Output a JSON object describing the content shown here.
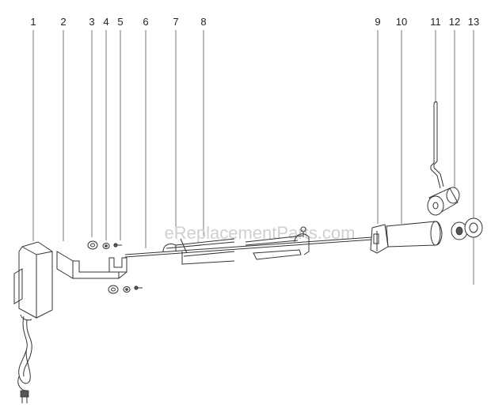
{
  "diagram": {
    "watermark": "eReplacementParts.com",
    "parts": [
      {
        "number": "1"
      },
      {
        "number": "2"
      },
      {
        "number": "3"
      },
      {
        "number": "4"
      },
      {
        "number": "5"
      },
      {
        "number": "6"
      },
      {
        "number": "7"
      },
      {
        "number": "8"
      },
      {
        "number": "9"
      },
      {
        "number": "10"
      },
      {
        "number": "11"
      },
      {
        "number": "12"
      },
      {
        "number": "13"
      }
    ]
  }
}
